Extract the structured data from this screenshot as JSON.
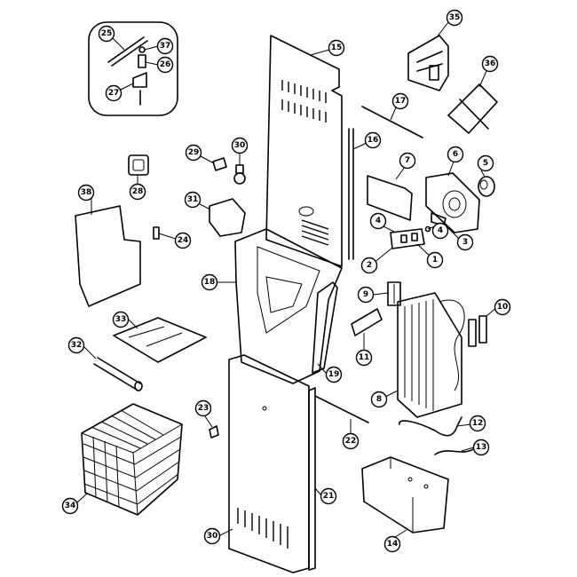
{
  "callouts": [
    {
      "id": "c25",
      "label": "25"
    },
    {
      "id": "c37",
      "label": "37"
    },
    {
      "id": "c26",
      "label": "26"
    },
    {
      "id": "c27",
      "label": "27"
    },
    {
      "id": "c15",
      "label": "15"
    },
    {
      "id": "c35",
      "label": "35"
    },
    {
      "id": "c36",
      "label": "36"
    },
    {
      "id": "c17",
      "label": "17"
    },
    {
      "id": "c16",
      "label": "16"
    },
    {
      "id": "c29",
      "label": "29"
    },
    {
      "id": "c30a",
      "label": "30"
    },
    {
      "id": "c28",
      "label": "28"
    },
    {
      "id": "c38",
      "label": "38"
    },
    {
      "id": "c31",
      "label": "31"
    },
    {
      "id": "c24",
      "label": "24"
    },
    {
      "id": "c7",
      "label": "7"
    },
    {
      "id": "c6",
      "label": "6"
    },
    {
      "id": "c5",
      "label": "5"
    },
    {
      "id": "c4a",
      "label": "4"
    },
    {
      "id": "c4b",
      "label": "4"
    },
    {
      "id": "c3",
      "label": "3"
    },
    {
      "id": "c2",
      "label": "2"
    },
    {
      "id": "c1",
      "label": "1"
    },
    {
      "id": "c18",
      "label": "18"
    },
    {
      "id": "c9",
      "label": "9"
    },
    {
      "id": "c10",
      "label": "10"
    },
    {
      "id": "c33",
      "label": "33"
    },
    {
      "id": "c11",
      "label": "11"
    },
    {
      "id": "c32",
      "label": "32"
    },
    {
      "id": "c19",
      "label": "19"
    },
    {
      "id": "c8",
      "label": "8"
    },
    {
      "id": "c23",
      "label": "23"
    },
    {
      "id": "c22",
      "label": "22"
    },
    {
      "id": "c12",
      "label": "12"
    },
    {
      "id": "c13",
      "label": "13"
    },
    {
      "id": "c34",
      "label": "34"
    },
    {
      "id": "c21",
      "label": "21"
    },
    {
      "id": "c14",
      "label": "14"
    },
    {
      "id": "c30b",
      "label": "30"
    }
  ]
}
